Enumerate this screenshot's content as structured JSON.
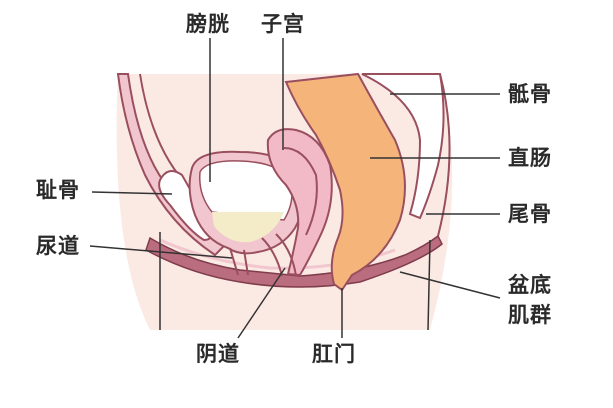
{
  "labels": {
    "bladder": "膀胱",
    "uterus": "子宫",
    "sacrum": "骶骨",
    "rectum": "直肠",
    "pubic_bone": "耻骨",
    "coccyx": "尾骨",
    "urethra": "尿道",
    "pelvic_floor_line1": "盆底",
    "pelvic_floor_line2": "肌群",
    "vagina": "阴道",
    "anus": "肛门"
  },
  "colors": {
    "skin": "#fbe9e4",
    "tissue_pink": "#f1c6ce",
    "tissue_line": "#9a4f5e",
    "muscle": "#b96d7e",
    "bladder_fill": "#ffffff",
    "urine": "#f4ecc8",
    "uterus": "#f2b9c7",
    "rectum": "#f5b47a",
    "leader_line": "#333333",
    "label_text": "#2a2a2a"
  }
}
